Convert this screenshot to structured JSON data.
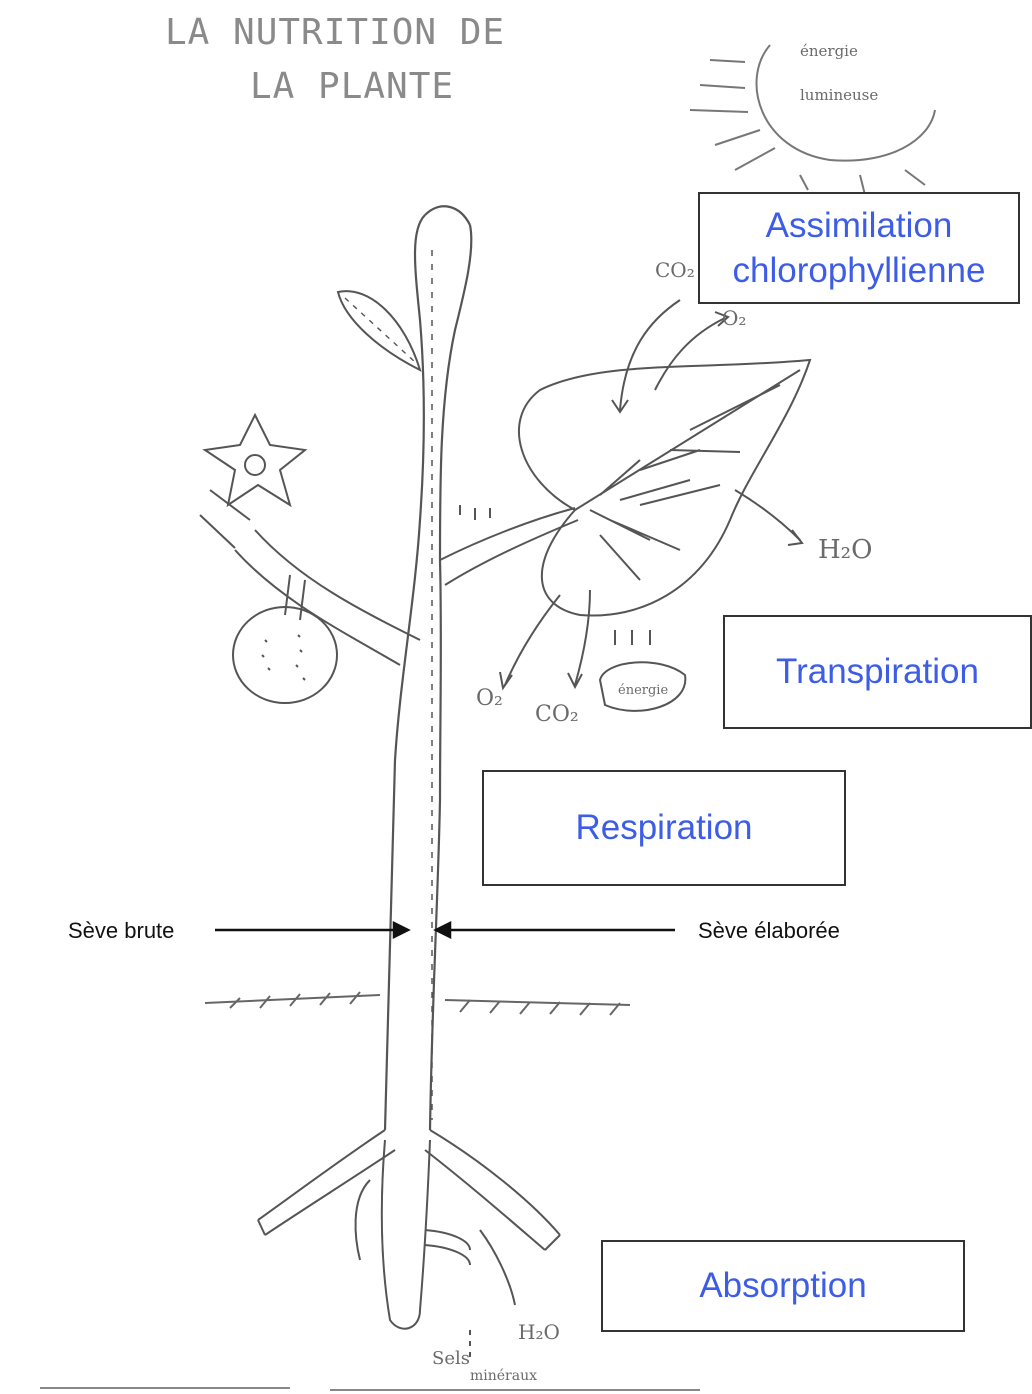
{
  "title": {
    "line1": "LA NUTRITION DE",
    "line2": "LA PLANTE"
  },
  "sun": {
    "line1": "énergie",
    "line2": "lumineuse"
  },
  "boxes": {
    "assimilation_line1": "Assimilation",
    "assimilation_line2": "chlorophyllienne",
    "transpiration": "Transpiration",
    "respiration": "Respiration",
    "absorption": "Absorption"
  },
  "sap": {
    "raw": "Sève brute",
    "elaborated": "Sève élaborée"
  },
  "hand_labels": {
    "co2_top": "CO₂",
    "o2_top": "O₂",
    "h2o_leaf": "H₂O",
    "o2_bottom": "O₂",
    "co2_bottom": "CO₂",
    "energie": "énergie",
    "h2o_root": "H₂O",
    "sels": "Sels",
    "mineraux": "minéraux"
  },
  "colors": {
    "box_text": "#3d5de6",
    "pencil": "#555555",
    "title": "#8a8a8a"
  }
}
